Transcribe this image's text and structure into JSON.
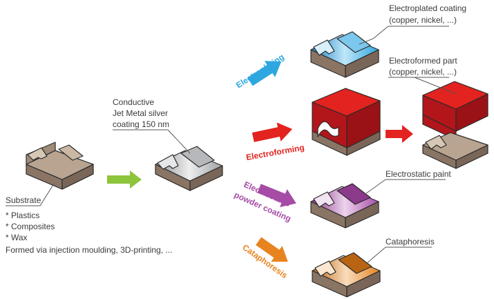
{
  "substrate": {
    "title": "Substrate",
    "items": [
      "* Plastics",
      "* Composites",
      "* Wax",
      "Formed via injection moulding, 3D-printing, ..."
    ]
  },
  "coating": {
    "lines": [
      "Conductive",
      "Jet Metal silver",
      "coating 150 nm"
    ]
  },
  "processes": {
    "electroplating": "Electroplating",
    "electroforming": "Electroforming",
    "powder": [
      "Electrostatic",
      "powder coating"
    ],
    "cataphoresis": "Cataphoresis"
  },
  "results": {
    "electroplated": [
      "Electroplated coating",
      "(copper, nickel, ...)"
    ],
    "electroformed": [
      "Electroformed part",
      "(copper, nickel, ...)"
    ],
    "paint": "Electrostatic paint",
    "cataphoresis": "Cataphoresis"
  },
  "colors": {
    "substrate": "#a8917e",
    "silver": "#c9cacc",
    "green_arrow": "#8cc43c",
    "blue": "#2ea7e0",
    "red": "#e3231f",
    "purple": "#a64ca6",
    "orange": "#e8841f"
  }
}
